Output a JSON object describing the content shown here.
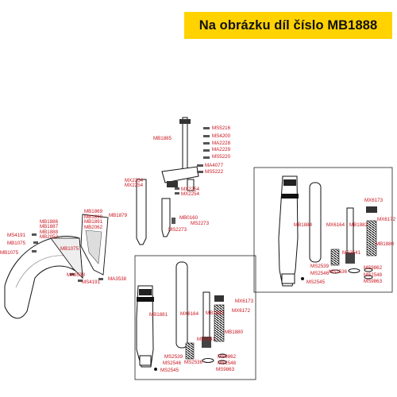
{
  "header": {
    "text": "Na obrázku díl číslo MB1888",
    "background": "#ffd200"
  },
  "label_color": "#c8141e",
  "labels": {
    "stem": [
      "MB1885",
      "MS5216",
      "MS4200",
      "MA2228",
      "MA2229",
      "MS5220",
      "MA4077",
      "MS5222",
      "MX2254",
      "MX2254",
      "MX2254",
      "MX2254",
      "MB1879",
      "MB0160",
      "MS2273",
      "MS2273"
    ],
    "fender": [
      "MB1869",
      "MB1890",
      "MB1891",
      "MB2062",
      "MB1886",
      "MB1887",
      "MB1888",
      "MB2052",
      "MS4191",
      "MB1075",
      "MB1075",
      "MB1075",
      "MA3538",
      "MA3538",
      "MS4191"
    ],
    "right_fork": [
      "MX6173",
      "MB1884",
      "MX6164",
      "MB1882",
      "MX6172",
      "MB1880",
      "MS2541",
      "MS2539",
      "MS2546",
      "MS2536",
      "MS2545",
      "MS9862",
      "MS2548",
      "MS9863"
    ],
    "left_fork": [
      "MX6173",
      "MB1881",
      "MX6164",
      "MB1882",
      "MX6172",
      "MB1880",
      "MS2541",
      "MS2539",
      "MS2546",
      "MS2536",
      "MS2545",
      "MS9862",
      "MS2548",
      "MS9863"
    ]
  }
}
